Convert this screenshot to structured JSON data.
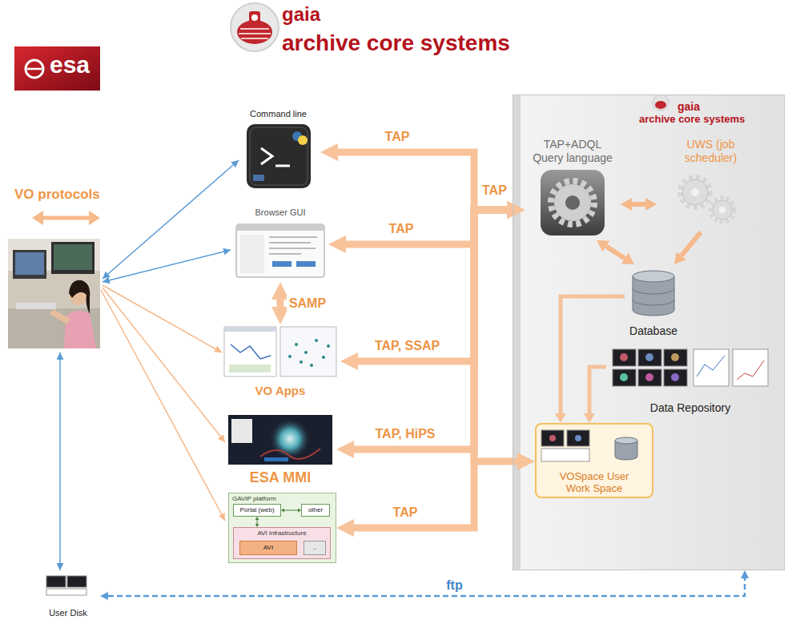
{
  "diagram": {
    "nodes": [
      {
        "text": [
          "Command line"
        ]
      },
      {
        "text": [
          "Browser GUI"
        ]
      },
      {
        "text": [
          "VO Apps"
        ]
      },
      {
        "text": [
          "ESA MMI"
        ]
      },
      {
        "text": [
          "GAVIP platform"
        ]
      },
      {
        "text": [
          "Portal (web)"
        ],
        "in": 4
      },
      {
        "text": [
          "other"
        ],
        "in": 4
      },
      {
        "text": [
          "AVI infrastructure"
        ],
        "in": 4
      },
      {
        "text": [
          "AVI"
        ],
        "in": 7
      },
      {
        "text": [
          ".."
        ],
        "in": 7
      },
      {
        "text": [
          "gaia",
          "archive core systems"
        ]
      },
      {
        "text": [
          "TAP+ADQL Query language"
        ],
        "in": 10
      },
      {
        "text": [
          "UWS (job scheduler)"
        ],
        "in": 10
      },
      {
        "text": [
          "Database"
        ],
        "in": 10
      },
      {
        "text": [
          "Data Repository"
        ],
        "in": 10
      },
      {
        "text": [
          "VOSpace User Work Space"
        ],
        "in": 10
      },
      {
        "text": [
          "User Disk"
        ]
      }
    ],
    "edges": [
      {
        "from": 0,
        "to": 11,
        "arrow": "both",
        "label": "TAP"
      },
      {
        "from": 1,
        "to": 11,
        "arrow": "both",
        "label": "TAP"
      },
      {
        "from": 2,
        "to": 11,
        "arrow": "both",
        "label": "TAP, SSAP"
      },
      {
        "from": 3,
        "to": 11,
        "arrow": "both",
        "label": "TAP, HiPS"
      },
      {
        "from": 4,
        "to": 11,
        "arrow": "both",
        "label": "TAP"
      },
      {
        "from": 11,
        "to": 15,
        "arrow": "both"
      },
      {
        "from": 1,
        "to": 2,
        "arrow": "both",
        "label": "SAMP"
      },
      {
        "from": 5,
        "to": 6,
        "arrow": "both"
      },
      {
        "from": 5,
        "to": 7,
        "arrow": "both"
      },
      {
        "from": 11,
        "to": 12,
        "arrow": "both"
      },
      {
        "from": 11,
        "to": 13,
        "arrow": "both"
      },
      {
        "from": 12,
        "to": 13,
        "arrow": "to"
      },
      {
        "from": 13,
        "to": 15,
        "arrow": "to"
      },
      {
        "from": 14,
        "to": 15,
        "arrow": "to"
      },
      {
        "from": 16,
        "to": 10,
        "arrow": "both",
        "label": "ftp"
      }
    ],
    "labels": [
      "gaia",
      "archive core systems",
      "esa",
      "VO protocols",
      "TAP"
    ]
  }
}
